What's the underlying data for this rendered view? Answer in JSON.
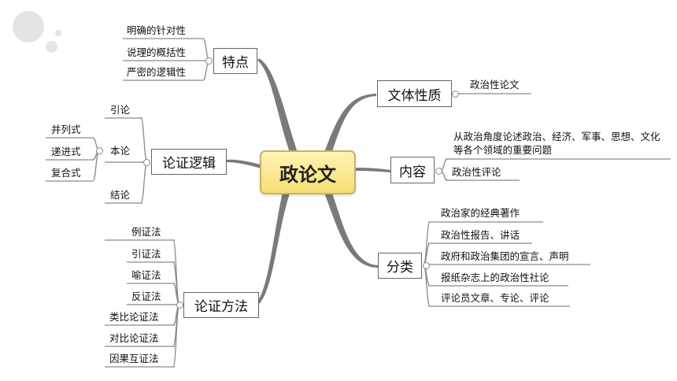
{
  "center": "政论文",
  "branches": {
    "features": {
      "label": "特点",
      "items": [
        "明确的针对性",
        "说理的概括性",
        "严密的逻辑性"
      ]
    },
    "logic": {
      "label": "论证逻辑",
      "items": [
        "引论",
        "本论",
        "结论"
      ],
      "sub_items": [
        "并列式",
        "递进式",
        "复合式"
      ]
    },
    "methods": {
      "label": "论证方法",
      "items": [
        "例证法",
        "引证法",
        "喻证法",
        "反证法",
        "类比论证法",
        "对比论证法",
        "因果互证法"
      ]
    },
    "nature": {
      "label": "文体性质",
      "items": [
        "政治性论文"
      ]
    },
    "content": {
      "label": "内容",
      "items": [
        "从政治角度论述政治、经济、军事、思想、文化等各个领域的重要问题",
        "政治性评论"
      ]
    },
    "types": {
      "label": "分类",
      "items": [
        "政治家的经典著作",
        "政治性报告、讲话",
        "政府和政治集团的宣言、声明",
        "报纸杂志上的政治性社论",
        "评论员文章、专论、评论"
      ]
    }
  }
}
